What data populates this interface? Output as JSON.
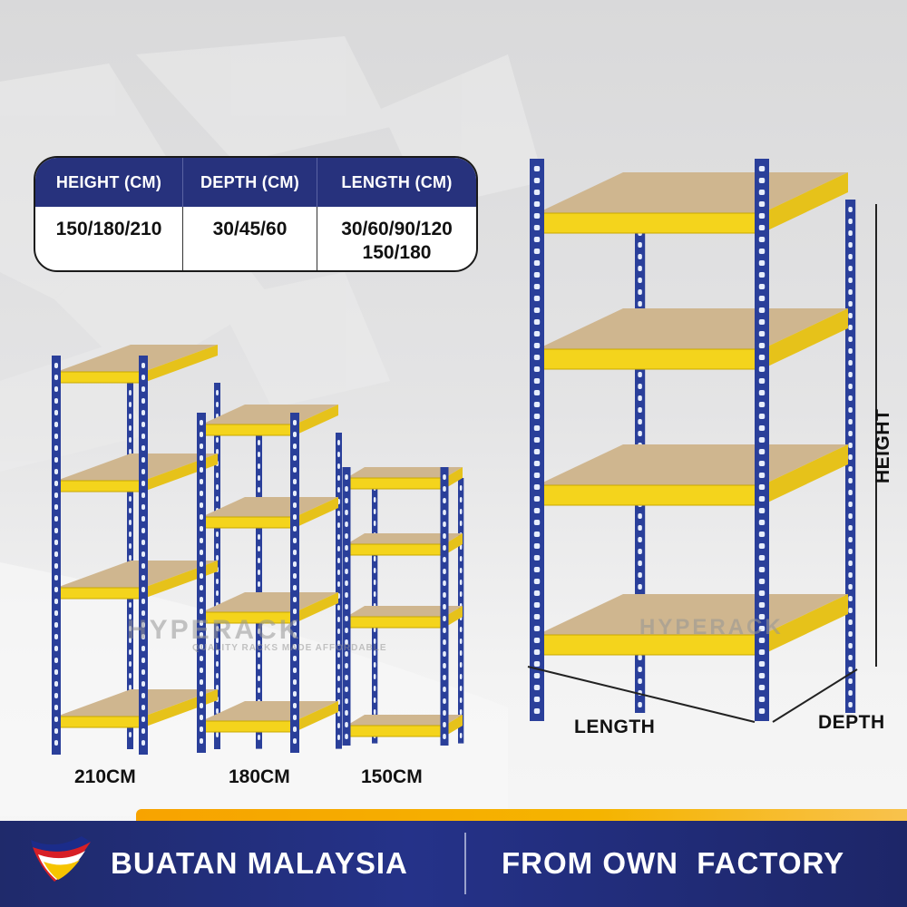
{
  "spec_table": {
    "headers": [
      "HEIGHT (CM)",
      "DEPTH (CM)",
      "LENGTH (CM)"
    ],
    "values": [
      [
        "150/180/210"
      ],
      [
        "30/45/60"
      ],
      [
        "30/60/90/120",
        "150/180"
      ]
    ]
  },
  "captions": {
    "rack_210": "210CM",
    "rack_180": "180CM",
    "rack_150": "150CM"
  },
  "dimensions": {
    "height": "HEIGHT",
    "length": "LENGTH",
    "depth": "DEPTH"
  },
  "watermark": {
    "brand": "HYPERACK",
    "tagline": "QUALITY RACKS MADE AFFORDABLE"
  },
  "banner": {
    "left_text": "BUATAN MALAYSIA",
    "right_text": "FROM OWN  FACTORY"
  },
  "colors": {
    "upright_blue": "#2a3f9a",
    "beam_yellow": "#f4d41c",
    "board_brown": "#cfb68f",
    "banner_navy": "#24307e",
    "stripe_orange": "#f7a300"
  }
}
